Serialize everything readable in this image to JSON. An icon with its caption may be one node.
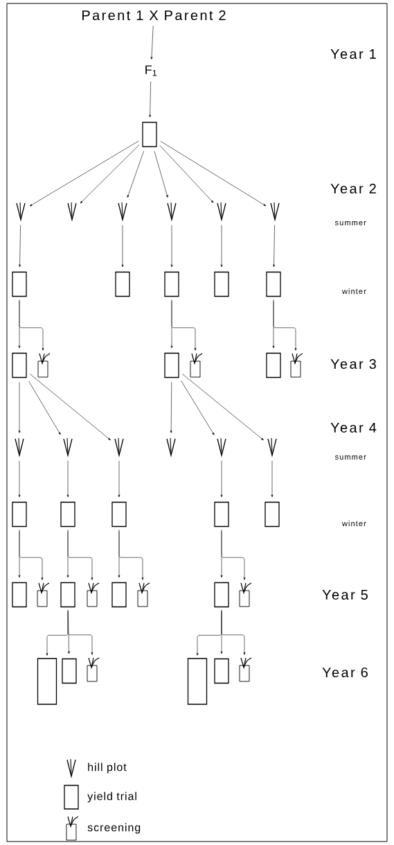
{
  "diagram": {
    "nodes": [
      {
        "text": [
          "Parent 1 X Parent 2"
        ]
      },
      {
        "text": [
          "F$_{1}$"
        ]
      },
      {
        "text": [],
        "shape": "box"
      },
      {
        "text": [],
        "shape": "plant"
      },
      {
        "text": [],
        "shape": "plant"
      },
      {
        "text": [],
        "shape": "plant"
      },
      {
        "text": [],
        "shape": "plant"
      },
      {
        "text": [],
        "shape": "plant"
      },
      {
        "text": [],
        "shape": "plant"
      },
      {
        "text": [],
        "shape": "box"
      },
      {
        "text": [],
        "shape": "box"
      },
      {
        "text": [],
        "shape": "box"
      },
      {
        "text": [],
        "shape": "box"
      },
      {
        "text": [],
        "shape": "box"
      },
      {
        "text": [],
        "shape": "box"
      },
      {
        "text": [],
        "shape": "pot"
      },
      {
        "text": [],
        "shape": "box"
      },
      {
        "text": [],
        "shape": "pot"
      },
      {
        "text": [],
        "shape": "box"
      },
      {
        "text": [],
        "shape": "pot"
      },
      {
        "text": [],
        "shape": "plant"
      },
      {
        "text": [],
        "shape": "plant"
      },
      {
        "text": [],
        "shape": "plant"
      },
      {
        "text": [],
        "shape": "plant"
      },
      {
        "text": [],
        "shape": "plant"
      },
      {
        "text": [],
        "shape": "plant"
      },
      {
        "text": [],
        "shape": "box"
      },
      {
        "text": [],
        "shape": "box"
      },
      {
        "text": [],
        "shape": "box"
      },
      {
        "text": [],
        "shape": "box"
      },
      {
        "text": [],
        "shape": "box"
      },
      {
        "text": [],
        "shape": "box"
      },
      {
        "text": [],
        "shape": "pot"
      },
      {
        "text": [],
        "shape": "box"
      },
      {
        "text": [],
        "shape": "pot"
      },
      {
        "text": [],
        "shape": "box"
      },
      {
        "text": [],
        "shape": "pot"
      },
      {
        "text": [],
        "shape": "box"
      },
      {
        "text": [],
        "shape": "pot"
      },
      {
        "text": [],
        "shape": "box"
      },
      {
        "text": [],
        "shape": "box"
      },
      {
        "text": [],
        "shape": "pot"
      },
      {
        "text": [],
        "shape": "box"
      },
      {
        "text": [],
        "shape": "box"
      },
      {
        "text": [],
        "shape": "pot"
      }
    ],
    "edges": [
      {
        "from": 0,
        "to": 1,
        "arrow": "to"
      },
      {
        "from": 1,
        "to": 2,
        "arrow": "to"
      },
      {
        "from": 2,
        "to": 3,
        "arrow": "to"
      },
      {
        "from": 2,
        "to": 4,
        "arrow": "to"
      },
      {
        "from": 2,
        "to": 5,
        "arrow": "to"
      },
      {
        "from": 2,
        "to": 6,
        "arrow": "to"
      },
      {
        "from": 2,
        "to": 7,
        "arrow": "to"
      },
      {
        "from": 2,
        "to": 8,
        "arrow": "to"
      },
      {
        "from": 3,
        "to": 9,
        "arrow": "to"
      },
      {
        "from": 5,
        "to": 10,
        "arrow": "to"
      },
      {
        "from": 6,
        "to": 11,
        "arrow": "to"
      },
      {
        "from": 7,
        "to": 12,
        "arrow": "to"
      },
      {
        "from": 8,
        "to": 13,
        "arrow": "to"
      },
      {
        "from": 9,
        "to": 14,
        "arrow": "to"
      },
      {
        "from": 9,
        "to": 15,
        "arrow": "to"
      },
      {
        "from": 11,
        "to": 16,
        "arrow": "to"
      },
      {
        "from": 11,
        "to": 17,
        "arrow": "to"
      },
      {
        "from": 13,
        "to": 18,
        "arrow": "to"
      },
      {
        "from": 13,
        "to": 19,
        "arrow": "to"
      },
      {
        "from": 14,
        "to": 20,
        "arrow": "to"
      },
      {
        "from": 14,
        "to": 21,
        "arrow": "to"
      },
      {
        "from": 14,
        "to": 22,
        "arrow": "to"
      },
      {
        "from": 16,
        "to": 23,
        "arrow": "to"
      },
      {
        "from": 16,
        "to": 24,
        "arrow": "to"
      },
      {
        "from": 16,
        "to": 25,
        "arrow": "to"
      },
      {
        "from": 20,
        "to": 26,
        "arrow": "to"
      },
      {
        "from": 21,
        "to": 27,
        "arrow": "to"
      },
      {
        "from": 22,
        "to": 28,
        "arrow": "to"
      },
      {
        "from": 24,
        "to": 29,
        "arrow": "to"
      },
      {
        "from": 25,
        "to": 30,
        "arrow": "to"
      },
      {
        "from": 26,
        "to": 31,
        "arrow": "to"
      },
      {
        "from": 26,
        "to": 32,
        "arrow": "to"
      },
      {
        "from": 27,
        "to": 33,
        "arrow": "to"
      },
      {
        "from": 27,
        "to": 34,
        "arrow": "to"
      },
      {
        "from": 28,
        "to": 35,
        "arrow": "to"
      },
      {
        "from": 28,
        "to": 36,
        "arrow": "to"
      },
      {
        "from": 29,
        "to": 37,
        "arrow": "to"
      },
      {
        "from": 29,
        "to": 38,
        "arrow": "to"
      },
      {
        "from": 33,
        "to": 39,
        "arrow": "to"
      },
      {
        "from": 33,
        "to": 40,
        "arrow": "to"
      },
      {
        "from": 33,
        "to": 41,
        "arrow": "to"
      },
      {
        "from": 37,
        "to": 42,
        "arrow": "to"
      },
      {
        "from": 37,
        "to": 43,
        "arrow": "to"
      },
      {
        "from": 37,
        "to": 44,
        "arrow": "to"
      }
    ],
    "labels": [
      "Year 1",
      "Year 2",
      "summer",
      "winter",
      "Year 3",
      "Year 4",
      "summer",
      "winter",
      "Year 5",
      "Year 6"
    ],
    "legend": [
      {
        "text": "hill plot"
      },
      {
        "text": "yield trial"
      },
      {
        "text": "screening"
      }
    ]
  }
}
